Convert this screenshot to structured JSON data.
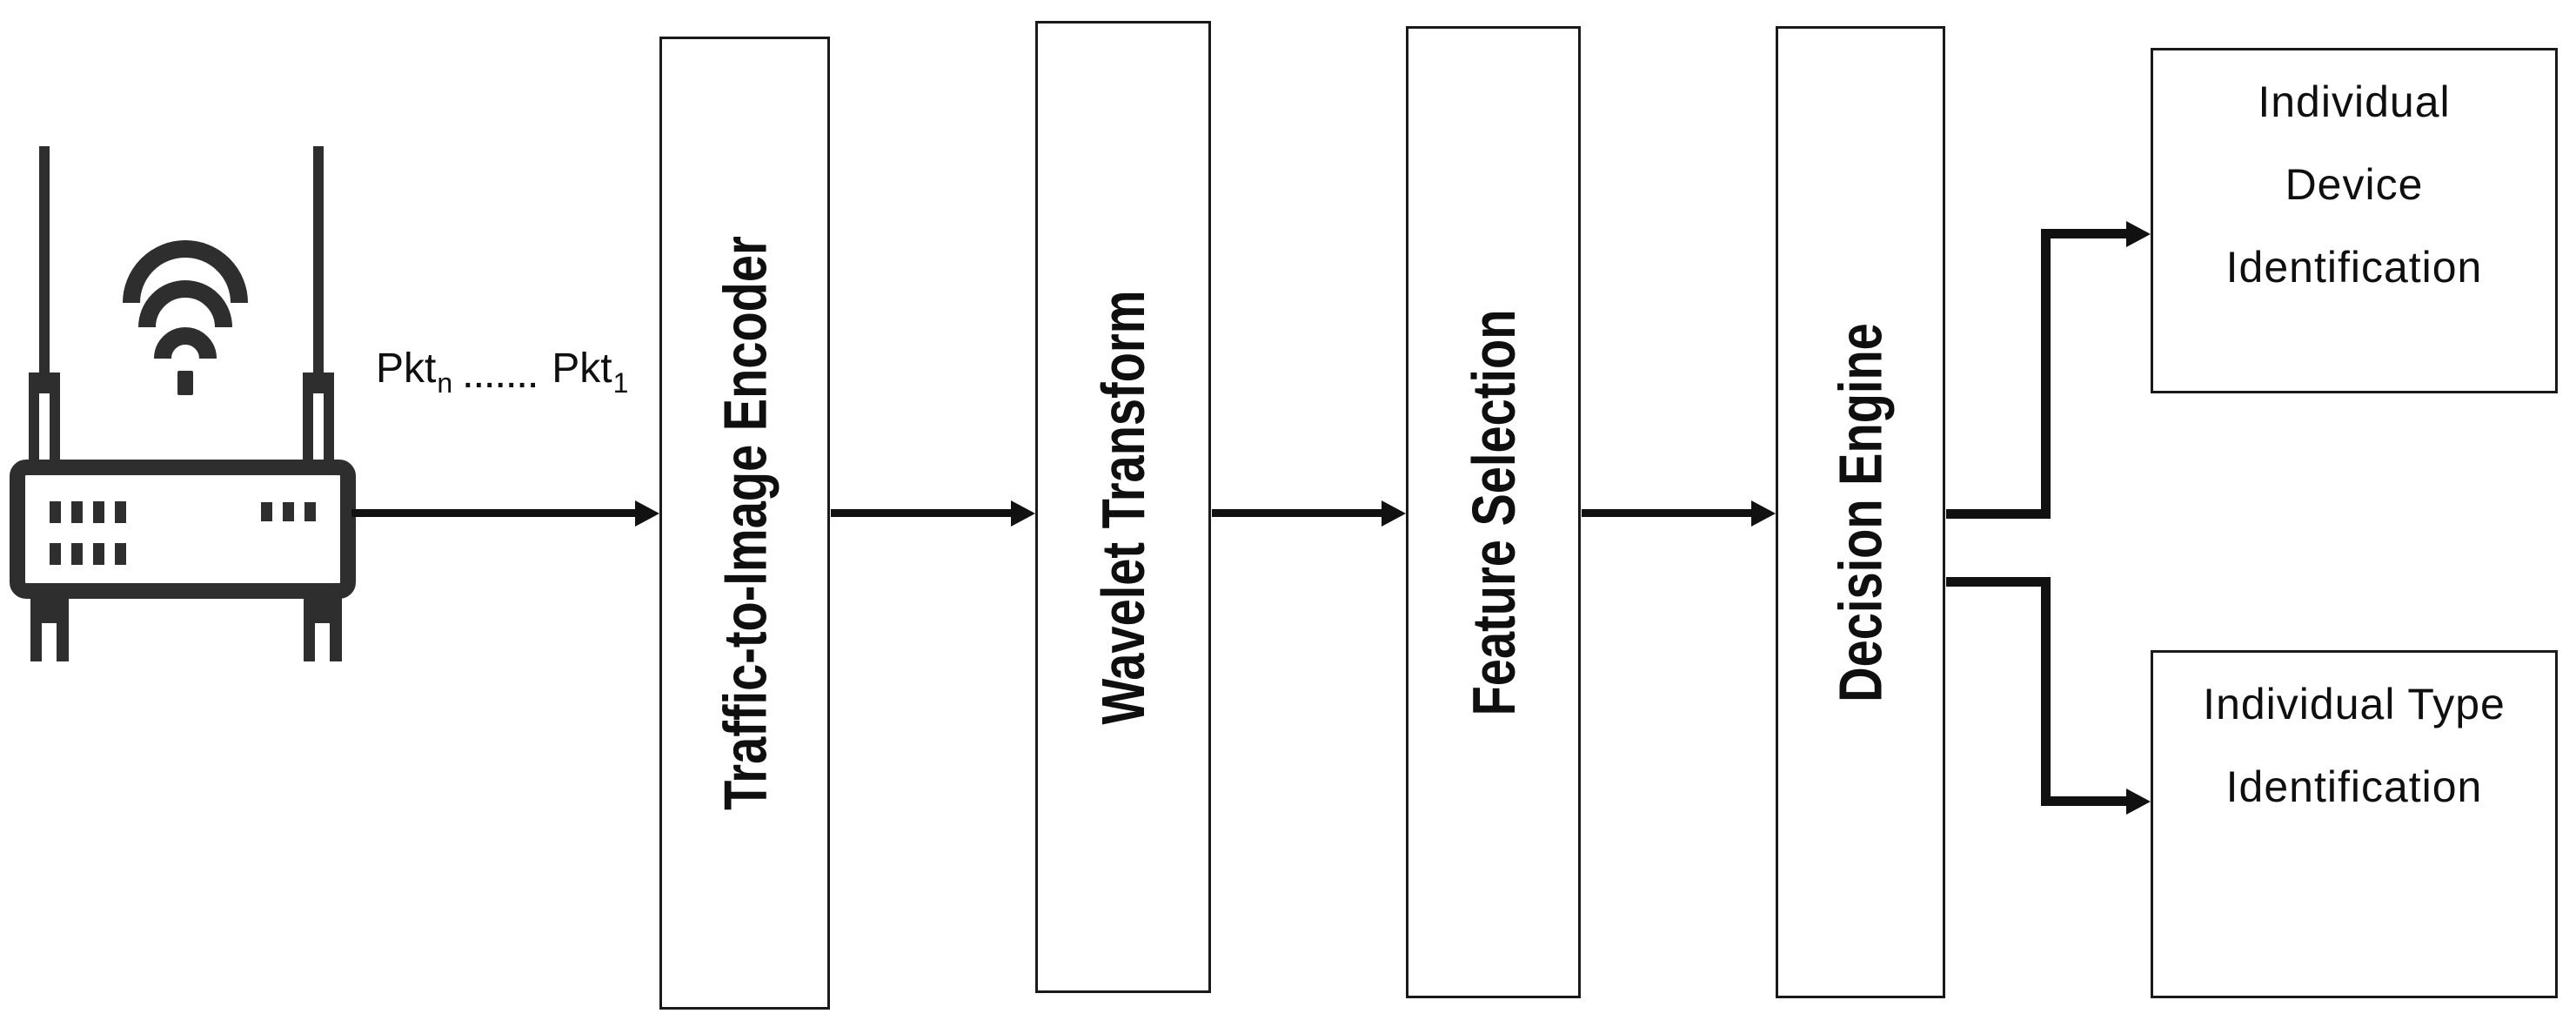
{
  "source": {
    "packet_label": {
      "pkt_n_text": "Pkt",
      "sub_n": "n",
      "dots": ".......",
      "pkt_1_text": "Pkt",
      "sub_1": "1"
    }
  },
  "stages": [
    {
      "id": "traffic-to-image-encoder",
      "label": "Traffic-to-Image Encoder"
    },
    {
      "id": "wavelet-transform",
      "label": "Wavelet Transform"
    },
    {
      "id": "feature-selection",
      "label": "Feature Selection"
    },
    {
      "id": "decision-engine",
      "label": "Decision Engine"
    }
  ],
  "outputs": {
    "device": {
      "line1": "Individual",
      "line2": "Device",
      "line3": "Identification"
    },
    "type": {
      "line1": "Individual Type",
      "line2": "Identification"
    }
  },
  "icons": [
    {
      "name": "wifi-router-icon",
      "description": "wireless router with two antennas and wifi signal waves"
    }
  ],
  "colors": {
    "background": "#ffffff",
    "line": "#111111",
    "box_border": "#1a1a1a",
    "router_icon": "#2e2e2e"
  }
}
